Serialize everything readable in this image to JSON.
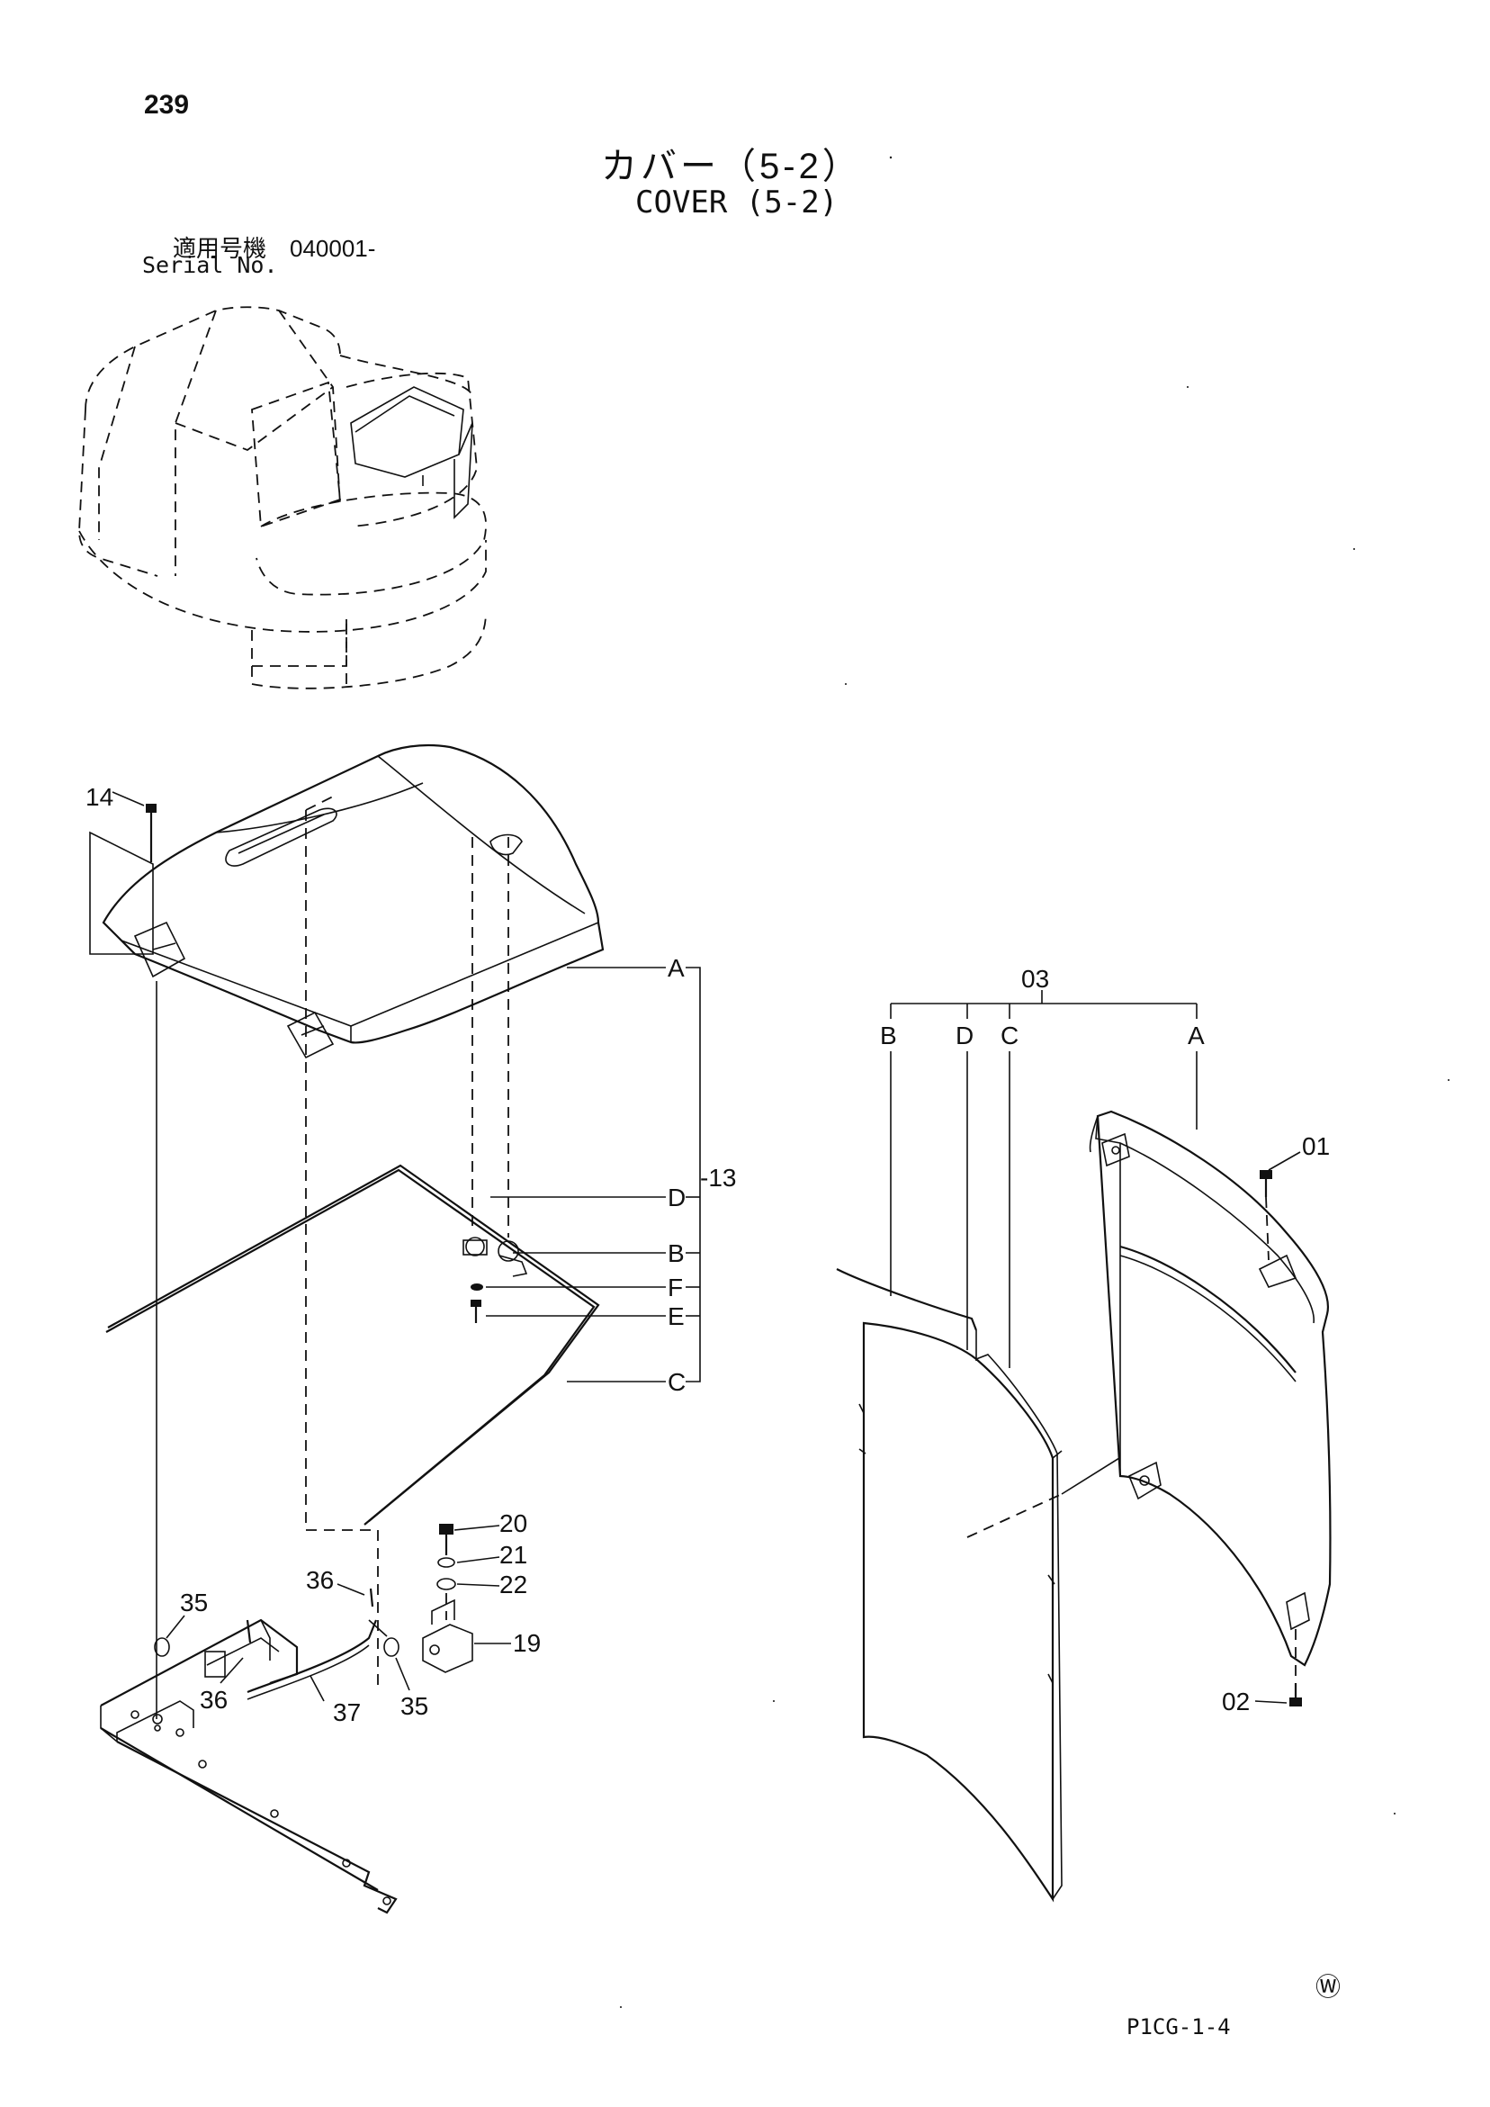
{
  "page": {
    "number": "239",
    "code": "P1CG-1-4",
    "mark": "Ⓦ"
  },
  "title": {
    "jp": "カバー（5-2）",
    "en": "COVER (5-2)"
  },
  "serial": {
    "jp": "適用号機　040001-",
    "en": "Serial No."
  },
  "labels": {
    "p14": "14",
    "p13": "-13",
    "p03": "03",
    "p01": "01",
    "p02": "02",
    "p20": "20",
    "p21": "21",
    "p22": "22",
    "p19": "19",
    "p36a": "36",
    "p36b": "36",
    "p35a": "35",
    "p35b": "35",
    "p37": "37",
    "A": "A",
    "B": "B",
    "C": "C",
    "D": "D",
    "E": "E",
    "F": "F"
  },
  "icons": {
    "overview": "excavator-cab-overview-icon",
    "cover": "engine-cover-panel-icon",
    "seal": "rubber-seal-icon",
    "insulator": "insulation-pad-icon",
    "frame": "cover-frame-icon"
  }
}
